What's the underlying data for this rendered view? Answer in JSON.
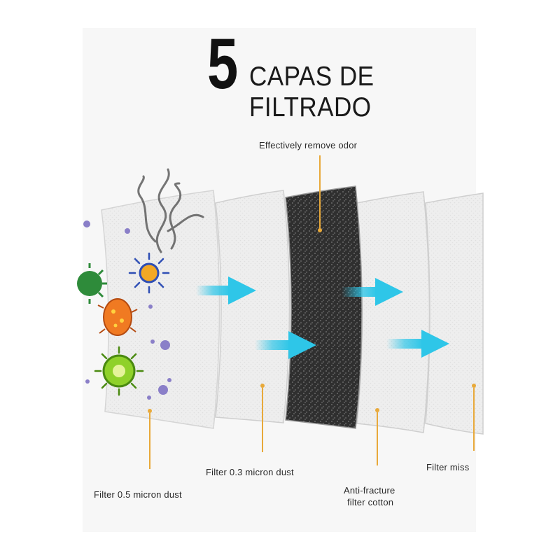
{
  "title": {
    "number": "5",
    "line1": "CAPAS DE",
    "line2": "FILTRADO"
  },
  "labels": {
    "odor": "Effectively remove odor",
    "layer1": "Filter 0.5 micron dust",
    "layer2": "Filter 0.3 micron dust",
    "layer4_line1": "Anti-fracture",
    "layer4_line2": "filter cotton",
    "layer5": "Filter miss"
  },
  "colors": {
    "accent_line": "#e8a93a",
    "arrow": "#2ec6e8",
    "carbon_layer": "#3a3a3a",
    "filter_layer": "#efefef"
  },
  "icons": [
    "virus-icon",
    "bacteria-icon",
    "smoke-icon",
    "arrow-icon"
  ]
}
